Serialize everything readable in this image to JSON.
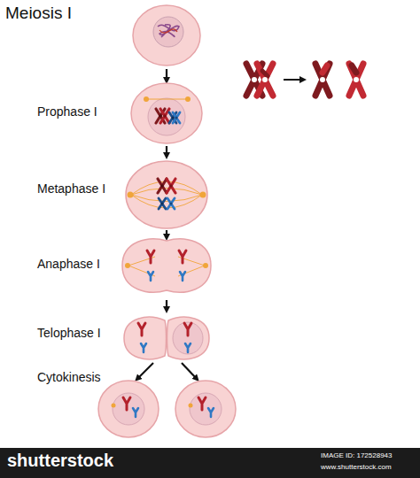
{
  "diagram": {
    "title": "Meiosis I",
    "labels": [
      "Prophase I",
      "Metaphase I",
      "Anaphase I",
      "Telophase I",
      "Cytokinesis",
      "shutterstock",
      "IMAGE ID: 172528943",
      "www.shutterstock.com"
    ]
  }
}
